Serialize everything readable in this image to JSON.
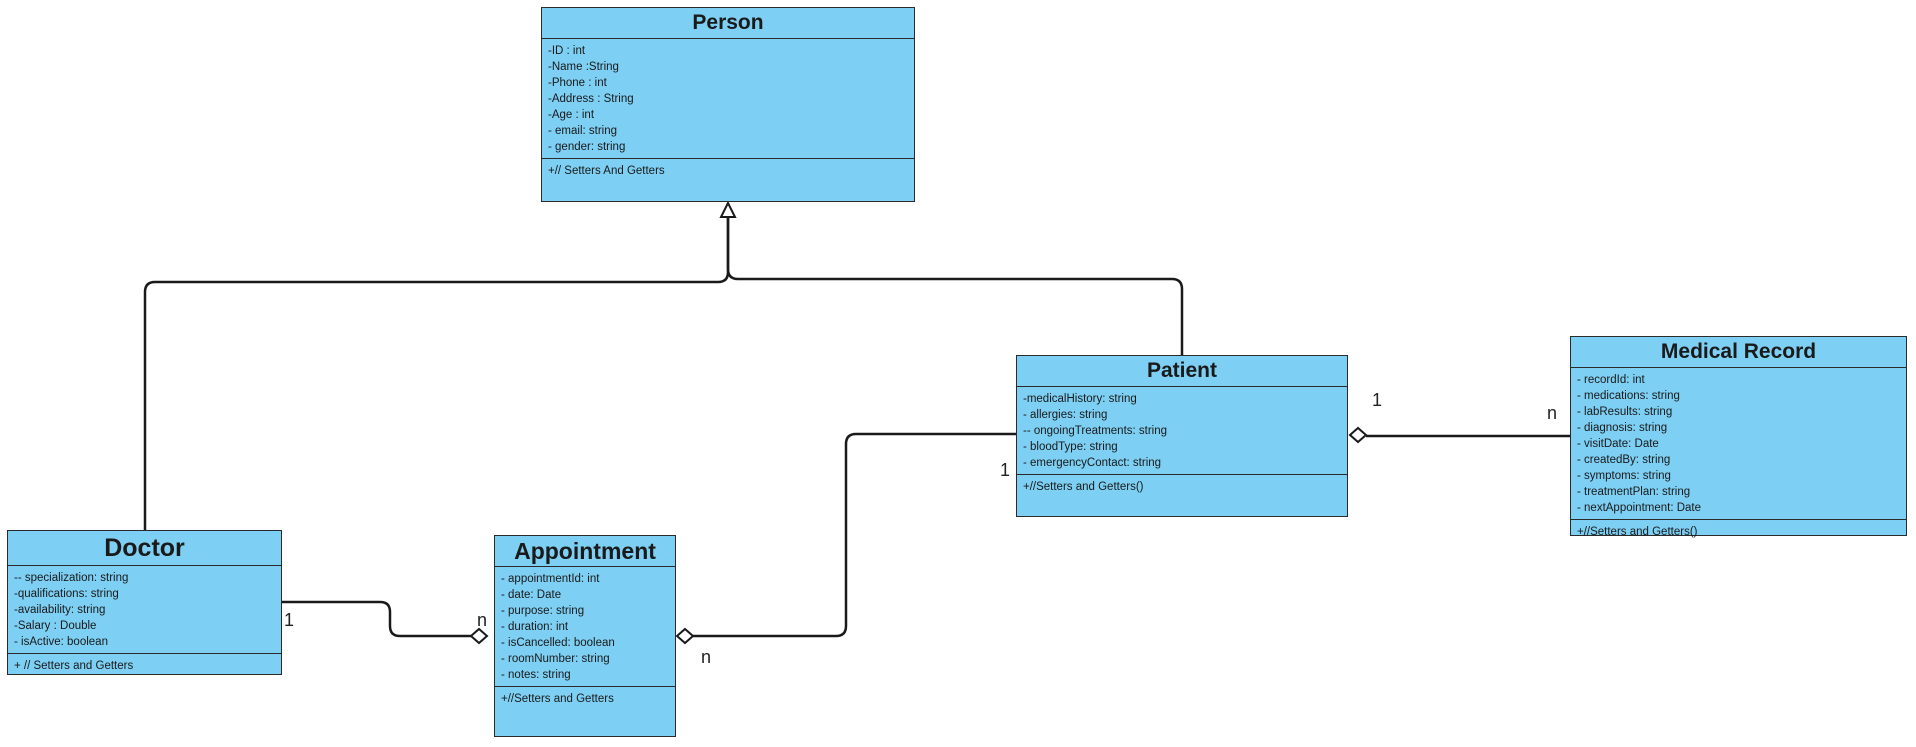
{
  "classes": {
    "person": {
      "name": "Person",
      "attributes": [
        "-ID : int",
        "-Name :String",
        "-Phone : int",
        "-Address : String",
        "-Age : int",
        "- email: string",
        "- gender: string"
      ],
      "operations": [
        "+// Setters And Getters"
      ]
    },
    "patient": {
      "name": "Patient",
      "attributes": [
        "-medicalHistory: string",
        "- allergies: string",
        "-- ongoingTreatments: string",
        "- bloodType: string",
        "- emergencyContact: string"
      ],
      "operations": [
        "+//Setters and Getters()"
      ]
    },
    "medical_record": {
      "name": "Medical Record",
      "attributes": [
        "- recordId: int",
        "- medications: string",
        "- labResults: string",
        "- diagnosis: string",
        "- visitDate: Date",
        "- createdBy: string",
        "- symptoms: string",
        "- treatmentPlan: string",
        "- nextAppointment: Date"
      ],
      "operations": [
        "+//Setters and Getters()"
      ]
    },
    "doctor": {
      "name": "Doctor",
      "attributes": [
        "-- specialization: string",
        "-qualifications: string",
        "-availability: string",
        "-Salary : Double",
        "- isActive: boolean"
      ],
      "operations": [
        "+ // Setters and Getters"
      ]
    },
    "appointment": {
      "name": "Appointment",
      "attributes": [
        "- appointmentId: int",
        "- date: Date",
        "- purpose: string",
        "- duration: int",
        "- isCancelled: boolean",
        "- roomNumber: string",
        "- notes: string"
      ],
      "operations": [
        "+//Setters and Getters"
      ]
    }
  },
  "relationships": {
    "patient_medical_record": {
      "from": "1",
      "to": "n"
    },
    "patient_appointment": {
      "from": "1",
      "to": "n"
    },
    "doctor_appointment": {
      "from": "1",
      "to": "n"
    }
  },
  "colors": {
    "class_fill": "#7dcff3",
    "line": "#1a1a1a"
  }
}
